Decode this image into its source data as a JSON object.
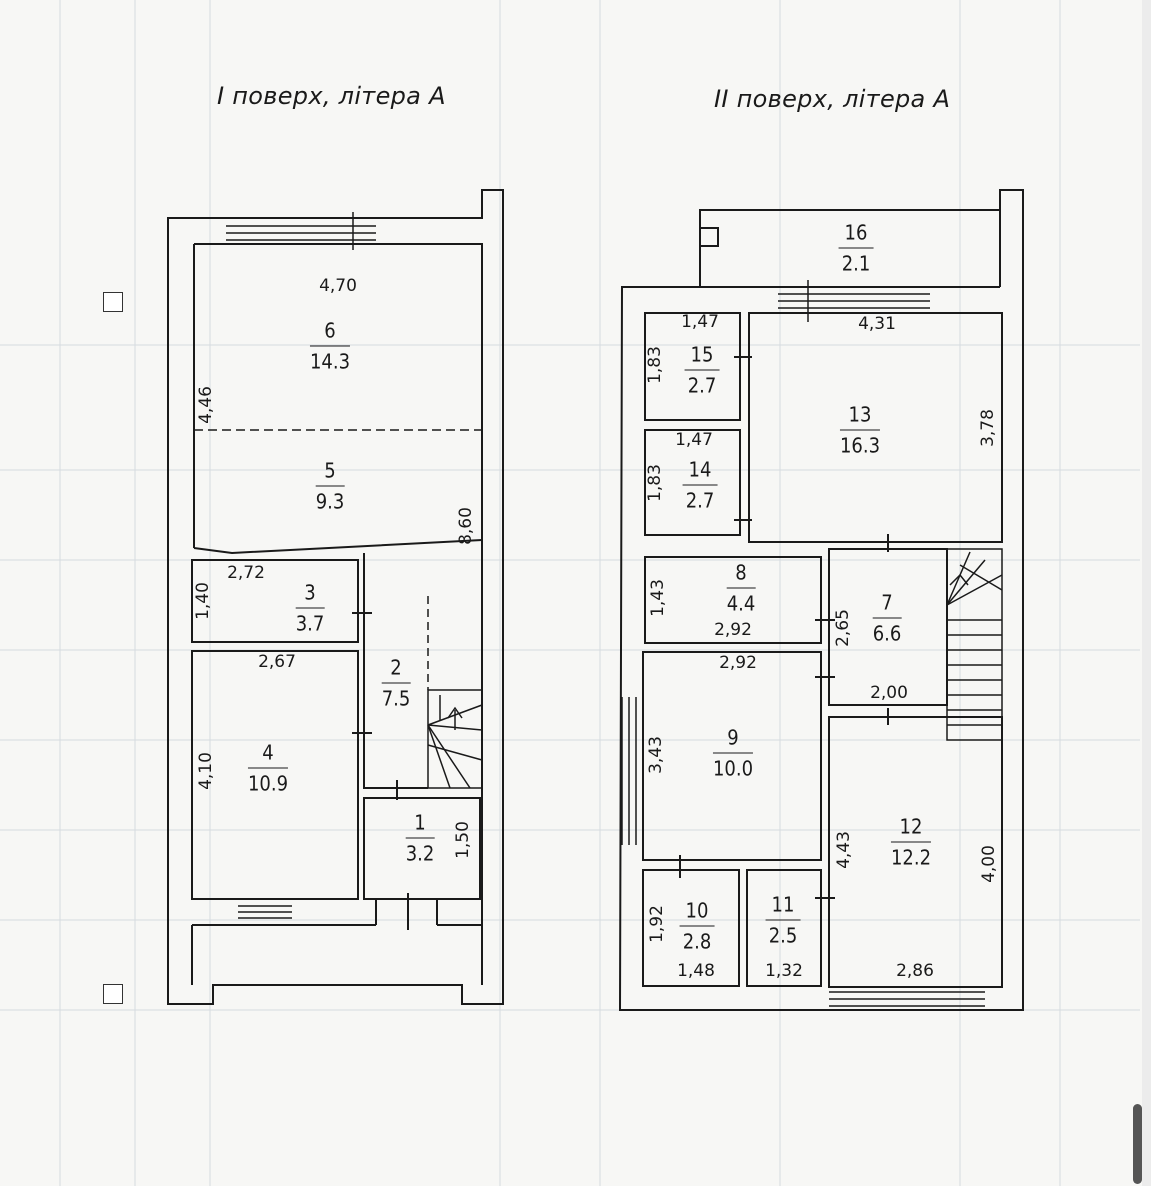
{
  "floor1": {
    "title": "I поверх, літера А",
    "rooms": [
      {
        "number": "6",
        "area": "14.3"
      },
      {
        "number": "5",
        "area": "9.3"
      },
      {
        "number": "3",
        "area": "3.7"
      },
      {
        "number": "2",
        "area": "7.5"
      },
      {
        "number": "4",
        "area": "10.9"
      },
      {
        "number": "1",
        "area": "3.2"
      }
    ],
    "dimensions": [
      "4,70",
      "4,46",
      "8,60",
      "2,72",
      "1,40",
      "2,67",
      "4,10",
      "1,50"
    ]
  },
  "floor2": {
    "title": "II поверх, літера А",
    "rooms": [
      {
        "number": "16",
        "area": "2.1"
      },
      {
        "number": "15",
        "area": "2.7"
      },
      {
        "number": "13",
        "area": "16.3"
      },
      {
        "number": "14",
        "area": "2.7"
      },
      {
        "number": "8",
        "area": "4.4"
      },
      {
        "number": "7",
        "area": "6.6"
      },
      {
        "number": "9",
        "area": "10.0"
      },
      {
        "number": "12",
        "area": "12.2"
      },
      {
        "number": "10",
        "area": "2.8"
      },
      {
        "number": "11",
        "area": "2.5"
      }
    ],
    "dimensions": [
      "1,47",
      "1,83",
      "4,31",
      "3,78",
      "1,47",
      "1,83",
      "1,43",
      "2,92",
      "2,65",
      "2,92",
      "2,00",
      "3,43",
      "4,43",
      "4,00",
      "1,92",
      "1,48",
      "1,32",
      "2,86"
    ]
  }
}
